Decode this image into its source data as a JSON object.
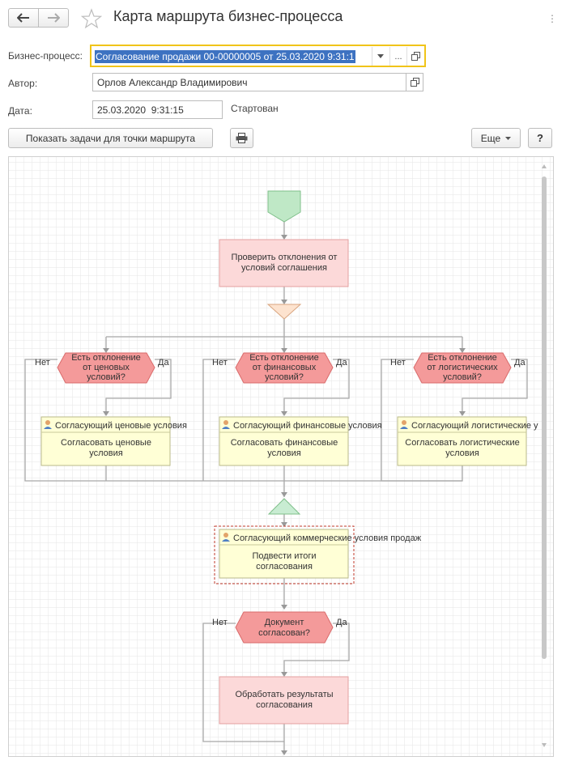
{
  "window": {
    "title": "Карта маршрута бизнес-процесса"
  },
  "form": {
    "process_label": "Бизнес-процесс:",
    "process_value": "Согласование продажи 00-00000005 от 25.03.2020 9:31:1",
    "author_label": "Автор:",
    "author_value": "Орлов Александр Владимирович",
    "date_label": "Дата:",
    "date_value": "25.03.2020  9:31:15",
    "status": "Стартован",
    "select_more": "..."
  },
  "toolbar": {
    "show_tasks_label": "Показать задачи для точки маршрута",
    "more_label": "Еще",
    "help_label": "?"
  },
  "map": {
    "check_task": [
      "Проверить отклонения от",
      "условий соглашения"
    ],
    "decisions": [
      {
        "text": [
          "Есть отклонение",
          "от ценовых",
          "условий?"
        ],
        "no": "Нет",
        "yes": "Да"
      },
      {
        "text": [
          "Есть отклонение",
          "от финансовых",
          "условий?"
        ],
        "no": "Нет",
        "yes": "Да"
      },
      {
        "text": [
          "Есть отклонение",
          "от логистических",
          "условий?"
        ],
        "no": "Нет",
        "yes": "Да"
      }
    ],
    "approvals": [
      {
        "role": "Согласующий ценовые условия",
        "task": [
          "Согласовать ценовые",
          "условия"
        ]
      },
      {
        "role": "Согласующий финансовые условия",
        "task": [
          "Согласовать финансовые",
          "условия"
        ]
      },
      {
        "role": "Согласующий логистические у",
        "task": [
          "Согласовать логистические",
          "условия"
        ]
      }
    ],
    "summary": {
      "role": "Согласующий коммерческие условия продаж",
      "task": [
        "Подвести итоги",
        "согласования"
      ]
    },
    "final_decision": {
      "text": [
        "Документ",
        "согласован?"
      ],
      "no": "Нет",
      "yes": "Да"
    },
    "result_task": [
      "Обработать результаты",
      "согласования"
    ]
  },
  "colors": {
    "accent_yellow": "#f0c419",
    "task_red": "#fcd9d9",
    "decision_red": "#f49a9a",
    "approval_yellow": "#ffffd6",
    "start_green": "#bfe8c6"
  }
}
